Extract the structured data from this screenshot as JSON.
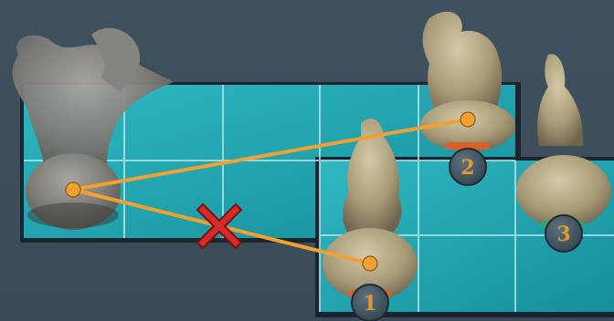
{
  "scene": {
    "background_color": "#3a4b5a",
    "grid_color": "#1fa6b0",
    "line_color": "#f0a132",
    "blocked_marker_color": "#d62b2b",
    "badge_color": "#4a5c6a"
  },
  "miniatures": [
    {
      "name": "smoke-elemental",
      "label": ""
    },
    {
      "name": "hero-1",
      "label": "1"
    },
    {
      "name": "hero-2",
      "label": "2"
    },
    {
      "name": "hero-3",
      "label": "3"
    }
  ],
  "lines_of_sight": [
    {
      "from": "smoke-elemental",
      "to": "hero-2",
      "blocked": false
    },
    {
      "from": "smoke-elemental",
      "to": "hero-1",
      "blocked": true
    }
  ],
  "icons": {
    "blocked": "x-mark-icon"
  }
}
